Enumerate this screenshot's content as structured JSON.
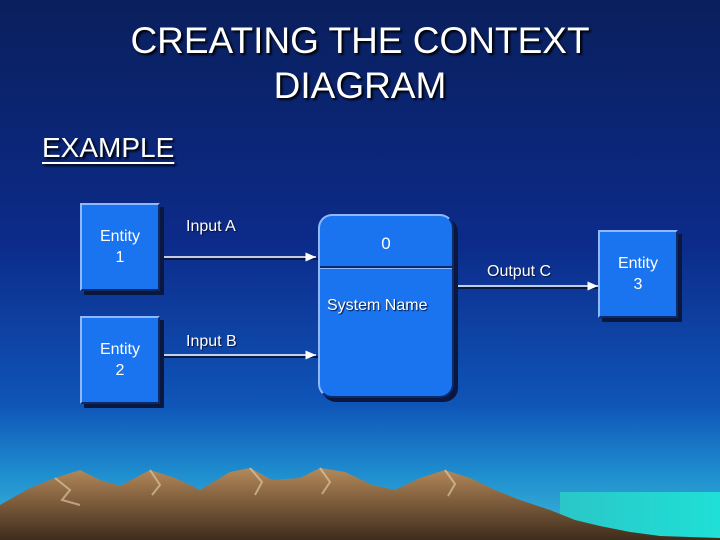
{
  "slide": {
    "title_line1": "CREATING THE CONTEXT",
    "title_line2": "DIAGRAM",
    "subtitle": "EXAMPLE"
  },
  "diagram": {
    "entities": [
      {
        "name": "Entity",
        "number": "1"
      },
      {
        "name": "Entity",
        "number": "2"
      },
      {
        "name": "Entity",
        "number": "3"
      }
    ],
    "process": {
      "id": "0",
      "name": "System Name"
    },
    "flows": [
      {
        "label": "Input A",
        "from": "Entity 1",
        "to": "0"
      },
      {
        "label": "Input B",
        "from": "Entity 2",
        "to": "0"
      },
      {
        "label": "Output C",
        "from": "0",
        "to": "Entity 3"
      }
    ]
  },
  "colors": {
    "box_fill": "#1a73ef",
    "background_top": "#0a1f5c",
    "background_bottom": "#3fb8d8",
    "text": "#ffffff"
  }
}
